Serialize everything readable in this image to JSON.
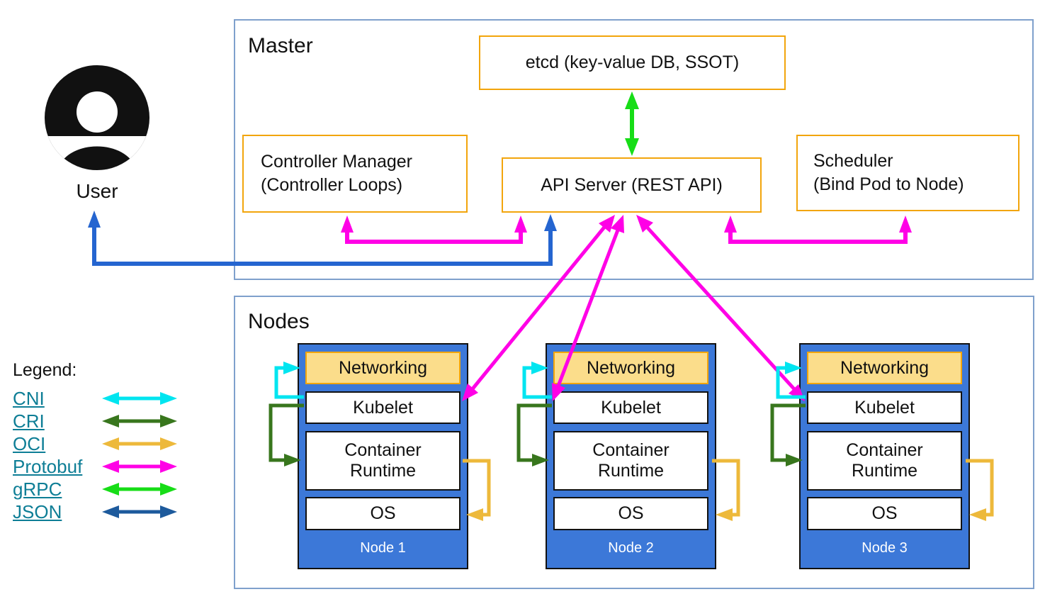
{
  "user": {
    "label": "User"
  },
  "master": {
    "title": "Master",
    "etcd": "etcd (key-value DB, SSOT)",
    "controller_manager": [
      "Controller Manager",
      "(Controller Loops)"
    ],
    "api_server": "API Server (REST API)",
    "scheduler": [
      "Scheduler",
      "(Bind Pod to Node)"
    ]
  },
  "nodes_section": {
    "title": "Nodes",
    "items": [
      {
        "networking": "Networking",
        "kubelet": "Kubelet",
        "runtime": [
          "Container",
          "Runtime"
        ],
        "os": "OS",
        "label": "Node 1"
      },
      {
        "networking": "Networking",
        "kubelet": "Kubelet",
        "runtime": [
          "Container",
          "Runtime"
        ],
        "os": "OS",
        "label": "Node 2"
      },
      {
        "networking": "Networking",
        "kubelet": "Kubelet",
        "runtime": [
          "Container",
          "Runtime"
        ],
        "os": "OS",
        "label": "Node 3"
      }
    ]
  },
  "legend": {
    "title": "Legend:",
    "items": [
      {
        "label": "CNI",
        "color": "#00e5f0"
      },
      {
        "label": "CRI",
        "color": "#38761d"
      },
      {
        "label": "OCI",
        "color": "#edb93b"
      },
      {
        "label": "Protobuf",
        "color": "#ff00e6"
      },
      {
        "label": "gRPC",
        "color": "#17dd17"
      },
      {
        "label": "JSON",
        "color": "#1d5a9c"
      }
    ]
  },
  "colors": {
    "orange_border": "#f2a50c",
    "frame_blue": "#7fa0cc",
    "node_blue": "#3c78d8",
    "networking_fill": "#fbdd8b",
    "link_teal": "#0e7e96",
    "cni_cyan": "#00e5f0",
    "cri_green": "#38761d",
    "oci_yellow": "#edb93b",
    "protobuf_magenta": "#ff00e6",
    "grpc_green": "#17dd17",
    "json_navy": "#1d5a9c",
    "user_arrow_blue": "#2565d0"
  }
}
